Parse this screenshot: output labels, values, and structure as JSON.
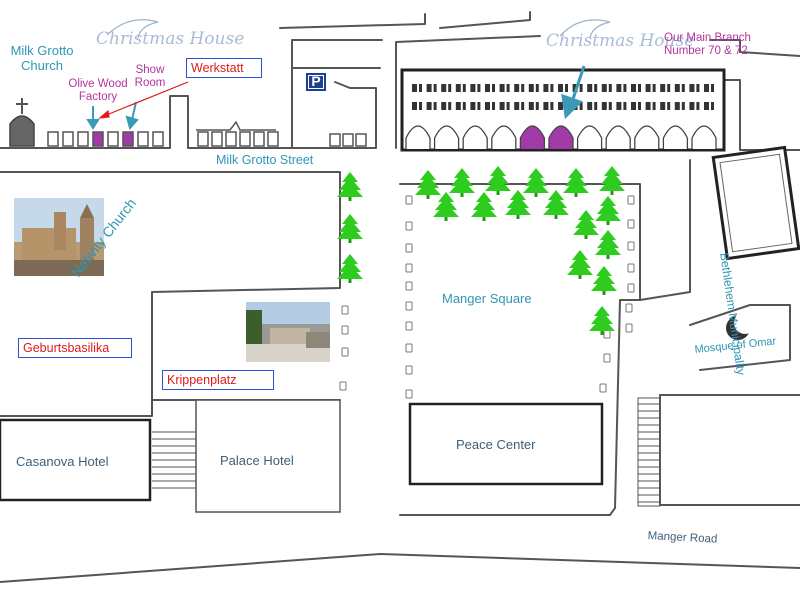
{
  "labels": {
    "milk_grotto_church": [
      "Milk Grotto",
      "Church"
    ],
    "olive_wood_factory": [
      "Olive Wood",
      "Factory"
    ],
    "show_room": [
      "Show",
      "Room"
    ],
    "werkstatt": "Werkstatt",
    "christmas_house": "Christmas House",
    "main_branch": [
      "Our Main Branch",
      "Number 70 & 72"
    ],
    "milk_grotto_street": "Milk Grotto Street",
    "nativity_church": "Nativity Church",
    "manger_square": "Manger Square",
    "bethlehem_municipality": "Bethlehem Municipality",
    "mosque_of_omar": "Mosque of Omar",
    "geburtsbasilika": "Geburtsbasilika",
    "krippenplatz": "Krippenplatz",
    "casanova_hotel": "Casanova Hotel",
    "palace_hotel": "Palace Hotel",
    "peace_center": "Peace Center",
    "manger_road": "Manger Road",
    "parking": "P"
  },
  "colors": {
    "label_teal": "#2f96b4",
    "label_pink": "#b2359f",
    "box_red": "#e01a1a",
    "box_border": "#2a4fd6",
    "tree_green": "#2ecc1e",
    "shop_highlight": "#a13ba8",
    "arrow_teal": "#3a9ab7",
    "building_outline": "#222222",
    "road_line": "#555555"
  },
  "icons": {
    "parking": "parking-sign-icon",
    "crescent": "crescent-moon-icon",
    "cross": "church-cross-icon",
    "tree": "tree-icon"
  }
}
